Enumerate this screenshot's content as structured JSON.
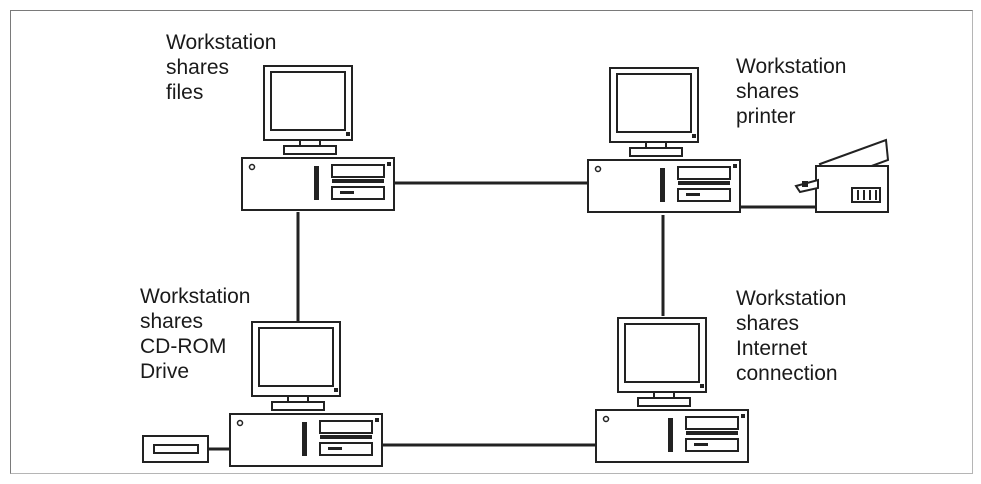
{
  "nodes": {
    "files": {
      "lines": [
        "Workstation",
        "shares",
        "files"
      ]
    },
    "printer": {
      "lines": [
        "Workstation",
        "shares",
        "printer"
      ]
    },
    "cdrom": {
      "lines": [
        "Workstation",
        "shares",
        "CD-ROM",
        "Drive"
      ]
    },
    "internet": {
      "lines": [
        "Workstation",
        "shares",
        "Internet",
        "connection"
      ]
    }
  },
  "peripherals": {
    "printer": "printer-icon",
    "cdrom_drive": "cd-rom-drive-icon"
  },
  "connections": [
    [
      "files",
      "printer"
    ],
    [
      "files",
      "cdrom"
    ],
    [
      "printer",
      "internet"
    ],
    [
      "cdrom",
      "internet"
    ]
  ],
  "colors": {
    "stroke": "#222222",
    "background": "#ffffff"
  }
}
